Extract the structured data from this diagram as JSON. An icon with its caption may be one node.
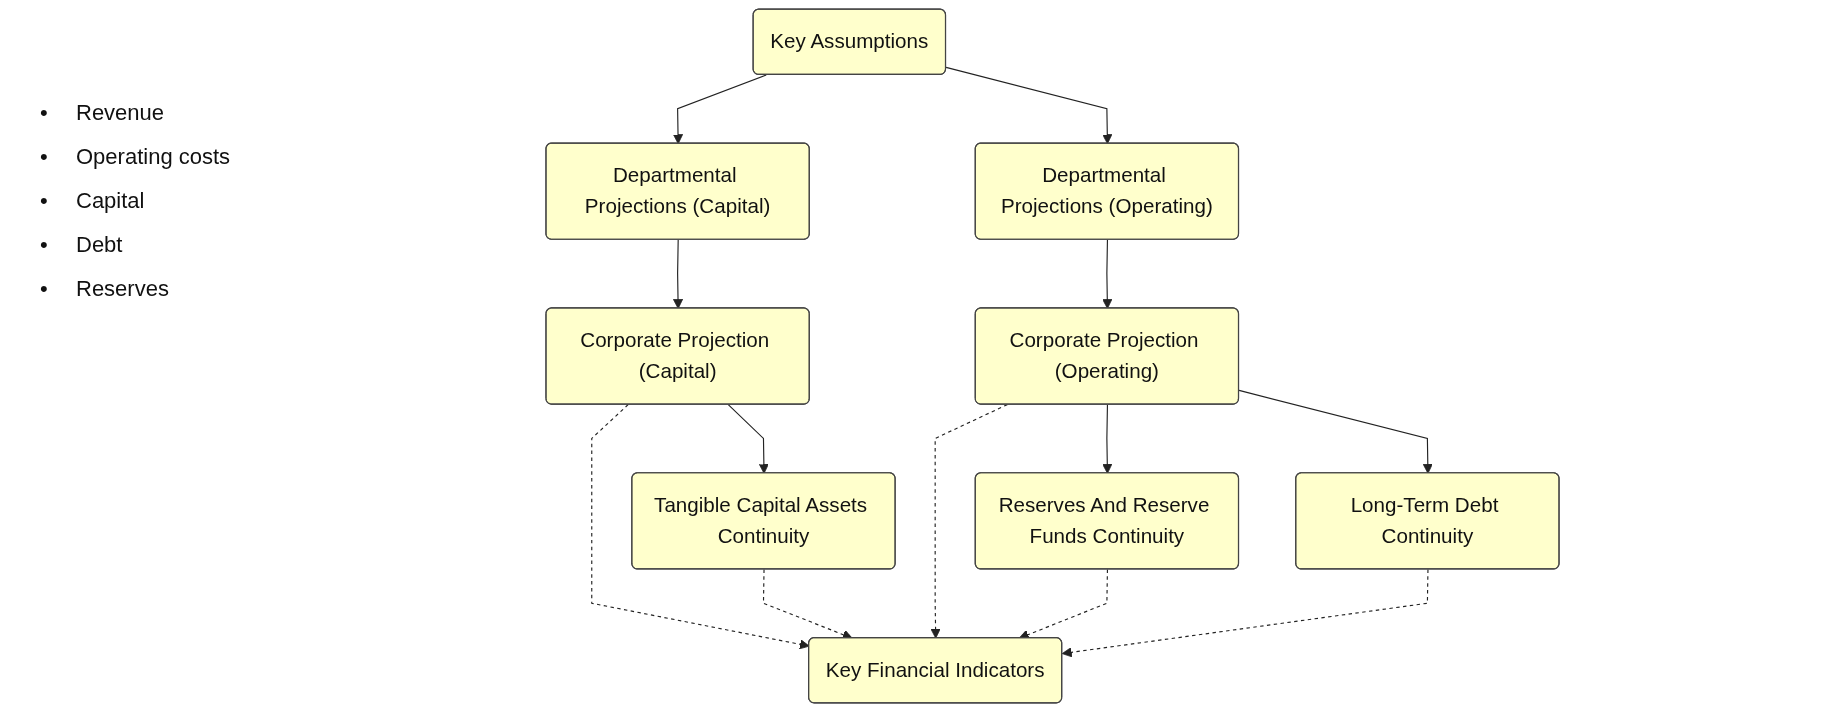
{
  "diagram": {
    "nodes": [
      {
        "text": [
          "Key Assumptions"
        ]
      },
      {
        "text": [
          "Departmental Projections (Operating)"
        ]
      },
      {
        "text": [
          "Departmental Projections (Capital)"
        ]
      },
      {
        "text": [
          "Corporate Projection (Operating)"
        ]
      },
      {
        "text": [
          "Corporate Projection (Capital)"
        ]
      },
      {
        "text": [
          "Reserves And Reserve Funds Continuity"
        ]
      },
      {
        "text": [
          "Long-Term Debt Continuity"
        ]
      },
      {
        "text": [
          "Tangible Capital Assets Continuity"
        ]
      },
      {
        "text": [
          "Key Financial Indicators"
        ]
      }
    ],
    "edges": [
      {
        "from": 0,
        "to": 1,
        "arrow": "to"
      },
      {
        "from": 0,
        "to": 2,
        "arrow": "to"
      },
      {
        "from": 1,
        "to": 3,
        "arrow": "to"
      },
      {
        "from": 2,
        "to": 4,
        "arrow": "to"
      },
      {
        "from": 3,
        "to": 5,
        "arrow": "to"
      },
      {
        "from": 3,
        "to": 6,
        "arrow": "to"
      },
      {
        "from": 4,
        "to": 7,
        "arrow": "to"
      },
      {
        "from": 4,
        "to": 8,
        "arrow": "to",
        "style": "dashed"
      },
      {
        "from": 7,
        "to": 8,
        "arrow": "to",
        "style": "dashed"
      },
      {
        "from": 3,
        "to": 8,
        "arrow": "to",
        "style": "dashed"
      },
      {
        "from": 5,
        "to": 8,
        "arrow": "to",
        "style": "dashed"
      },
      {
        "from": 6,
        "to": 8,
        "arrow": "to",
        "style": "dashed"
      }
    ],
    "labels": [
      "•",
      "Revenue",
      "•",
      "Operating costs",
      "•",
      "Capital",
      "•",
      "Debt",
      "•",
      "Reserves"
    ]
  }
}
